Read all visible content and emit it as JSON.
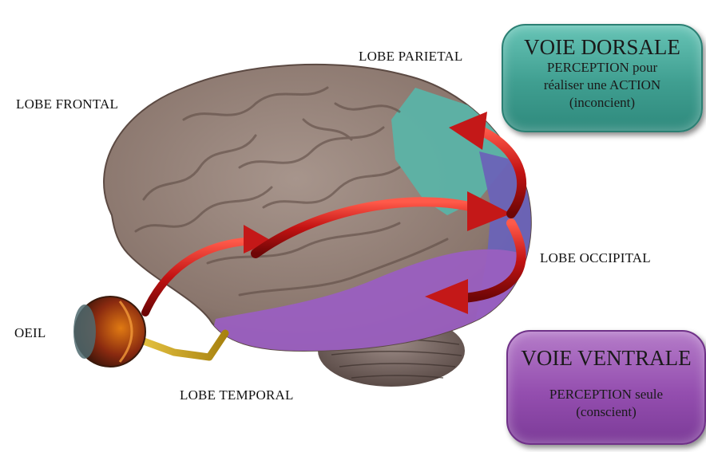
{
  "labels": {
    "frontal": "LOBE FRONTAL",
    "parietal": "LOBE PARIETAL",
    "occipital": "LOBE OCCIPITAL",
    "temporal": "LOBE TEMPORAL",
    "eye": "OEIL"
  },
  "dorsal": {
    "title": "VOIE DORSALE",
    "line1": "PERCEPTION pour",
    "line2": "réaliser une ACTION",
    "line3": "(inconcient)"
  },
  "ventral": {
    "title": "VOIE VENTRALE",
    "line1": "PERCEPTION seule",
    "line2": "(conscient)"
  },
  "colors": {
    "brain": "#8e7a72",
    "parietal_region": "#5bb3a6",
    "occipital_region": "#6a63b8",
    "temporal_region": "#9a5fc0",
    "arrow": "#c41818",
    "optic_nerve": "#c9a020"
  }
}
